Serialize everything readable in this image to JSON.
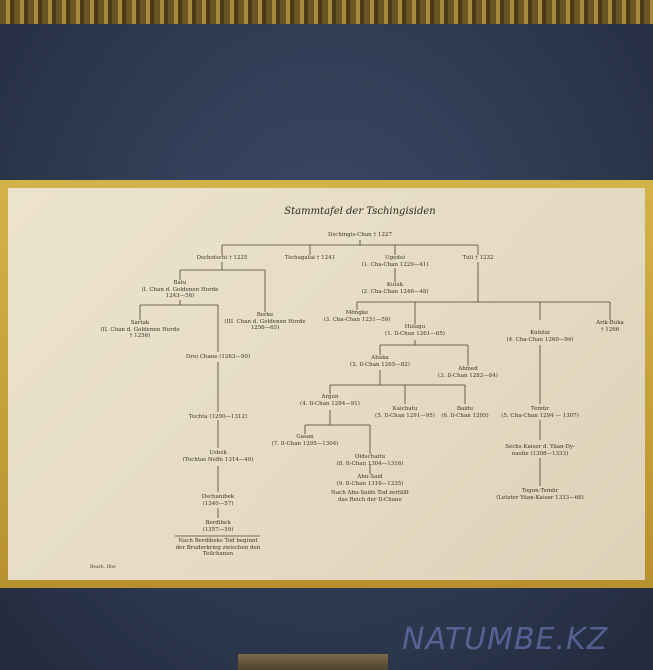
{
  "chart": {
    "title": "Stammtafel der Tschingisiden",
    "signature": "Bearb. Dbe",
    "nodes": {
      "dschingis": {
        "name": "Dschingis-Chan † 1227"
      },
      "dschotschi": {
        "name": "Dschotschi † 1225"
      },
      "tschagatai": {
        "name": "Tschagatai † 1241"
      },
      "ugedei": {
        "name": "Ugedei",
        "sub": "(1. Cha-Chan 1229—41)"
      },
      "tuli": {
        "name": "Tuli † 1232"
      },
      "batu": {
        "name": "Batu",
        "sub": "(I. Chan d. Goldenen Horde",
        "sub2": "1243—56)"
      },
      "kuiuk": {
        "name": "Kuiuk",
        "sub": "(2. Cha-Chan 1246—48)"
      },
      "sartak": {
        "name": "Sartak",
        "sub": "(II. Chan d. Goldenen Horde",
        "sub2": "† 1256)"
      },
      "berke": {
        "name": "Berke",
        "sub": "(III. Chan d. Goldenen Horde",
        "sub2": "1256—65)"
      },
      "muengke": {
        "name": "Möngke",
        "sub": "(3. Cha-Chan 1251—59)"
      },
      "hulagu": {
        "name": "Hulagu",
        "sub": "(1. Il-Chan 1261—65)"
      },
      "kubilai": {
        "name": "Kubilai",
        "sub": "(4. Cha-Chan 1260—94)"
      },
      "arikbuka": {
        "name": "Arik-Buka",
        "sub": "† 1266"
      },
      "dreichane": {
        "name": "Drei Chane (1263—90)"
      },
      "abaka": {
        "name": "Abaka",
        "sub": "(2. Il-Chan 1265—82)"
      },
      "ahmed": {
        "name": "Ahmed",
        "sub": "(3. Il-Chan 1282—84)"
      },
      "argun": {
        "name": "Argun",
        "sub": "(4. Il-Chan 1284—91)"
      },
      "kaichatu": {
        "name": "Kaichatu",
        "sub": "(5. Il-Chan 1291—95)"
      },
      "baidu": {
        "name": "Baidu",
        "sub": "(6. Il-Chan 1295)"
      },
      "temür": {
        "name": "Temür",
        "sub": "(5. Cha-Chan 1294 — 1307)"
      },
      "tochta": {
        "name": "Tochta (1290—1312)"
      },
      "gasan": {
        "name": "Gasan",
        "sub": "(7. Il-Chan 1295—1304)"
      },
      "oldschaitu": {
        "name": "Oldschaitu",
        "sub": "(8. Il-Chan 1304—1316)"
      },
      "usbek": {
        "name": "Usbek",
        "sub": "(Tochtas Neffe 1314—40)"
      },
      "sechskaiser": {
        "name": "Sechs Kaiser d. Yüan-Dy-",
        "sub": "nastie (1308—1333)"
      },
      "abusaid": {
        "name": "Abu-Said",
        "sub": "(9. Il-Chan 1316—1335)"
      },
      "abusaidnote": {
        "name": "Nach Abu-Saids Tod zerfällt",
        "sub": "das Reich der Il-Chane"
      },
      "tugontemur": {
        "name": "Togon-Temür",
        "sub": "(Letzter Yüan-Kaiser 1333—68)"
      },
      "dschanibek": {
        "name": "Dschanibek",
        "sub": "(1340—57)"
      },
      "berdibek": {
        "name": "Berdibek",
        "sub": "(1357—59)"
      },
      "berdibeknote": {
        "name": "Nach Berdibeks Tod beginnt",
        "sub": "der Bruderkrieg zwischen den",
        "sub2": "Teilchanen"
      }
    }
  },
  "watermark": "NATUMBE.KZ"
}
